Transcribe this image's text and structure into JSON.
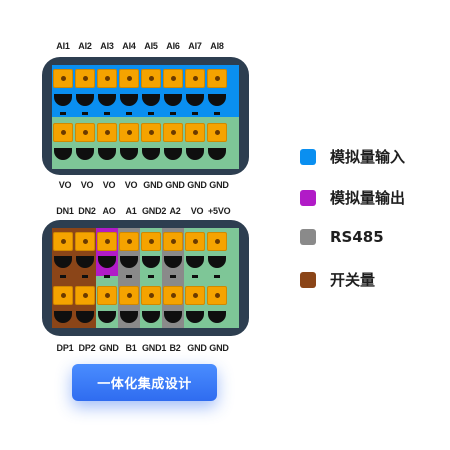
{
  "top_block": {
    "labels_top": [
      "AI1",
      "AI2",
      "AI3",
      "AI4",
      "AI5",
      "AI6",
      "AI7",
      "AI8"
    ],
    "labels_bottom": [
      "VO",
      "VO",
      "VO",
      "VO",
      "GND",
      "GND",
      "GND",
      "GND"
    ]
  },
  "bottom_block": {
    "labels_top": [
      "DN1",
      "DN2",
      "AO",
      "A1",
      "GND2",
      "A2",
      "VO",
      "+5VO"
    ],
    "labels_bottom": [
      "DP1",
      "DP2",
      "GND",
      "B1",
      "GND1",
      "B2",
      "GND",
      "GND"
    ]
  },
  "legend": [
    {
      "label": "模拟量输入",
      "color": "#0a8ff0"
    },
    {
      "label": "模拟量输出",
      "color": "#b11bc7"
    },
    {
      "label": "RS485",
      "color": "#8a8a8a"
    },
    {
      "label": "开关量",
      "color": "#8b4518"
    }
  ],
  "colors": {
    "analog_input": "#0a8ff0",
    "power_green": "#7ec697",
    "terminal": "#f5a300",
    "block_bg": "#2d3e50",
    "switch_brown": "#8b4518",
    "analog_output": "#b11bc7",
    "rs485_gray": "#8a8a8a"
  },
  "cta": {
    "label": "一体化集成设计"
  }
}
